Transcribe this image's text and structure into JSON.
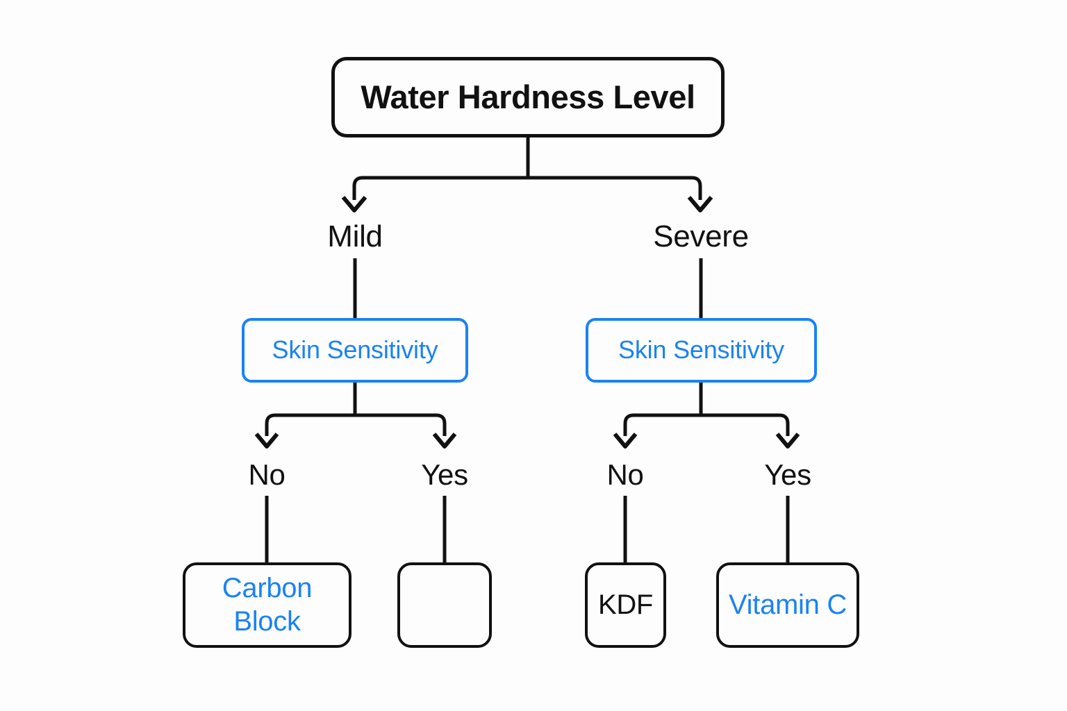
{
  "diagram": {
    "kind": "decision-tree",
    "title": "Water Hardness Level",
    "background_color": "#fdfdfd",
    "colors": {
      "line": "#111111",
      "accent_blue": "#1a82f5",
      "text_black": "#111111"
    },
    "root": {
      "label": "Water Hardness Level"
    },
    "branch_labels": {
      "left": "Mild",
      "right": "Severe"
    },
    "decisions": [
      {
        "label": "Skin Sensitivity"
      },
      {
        "label": "Skin Sensitivity"
      }
    ],
    "answer_labels": {
      "left_no": "No",
      "left_yes": "Yes",
      "right_no": "No",
      "right_yes": "Yes"
    },
    "leaves": [
      {
        "label": "Carbon Block",
        "line1": "Carbon",
        "line2": "Block",
        "color": "blue"
      },
      {
        "label": "",
        "color": "blue"
      },
      {
        "label": "KDF",
        "color": "black"
      },
      {
        "label": "Vitamin C",
        "color": "blue"
      }
    ]
  }
}
